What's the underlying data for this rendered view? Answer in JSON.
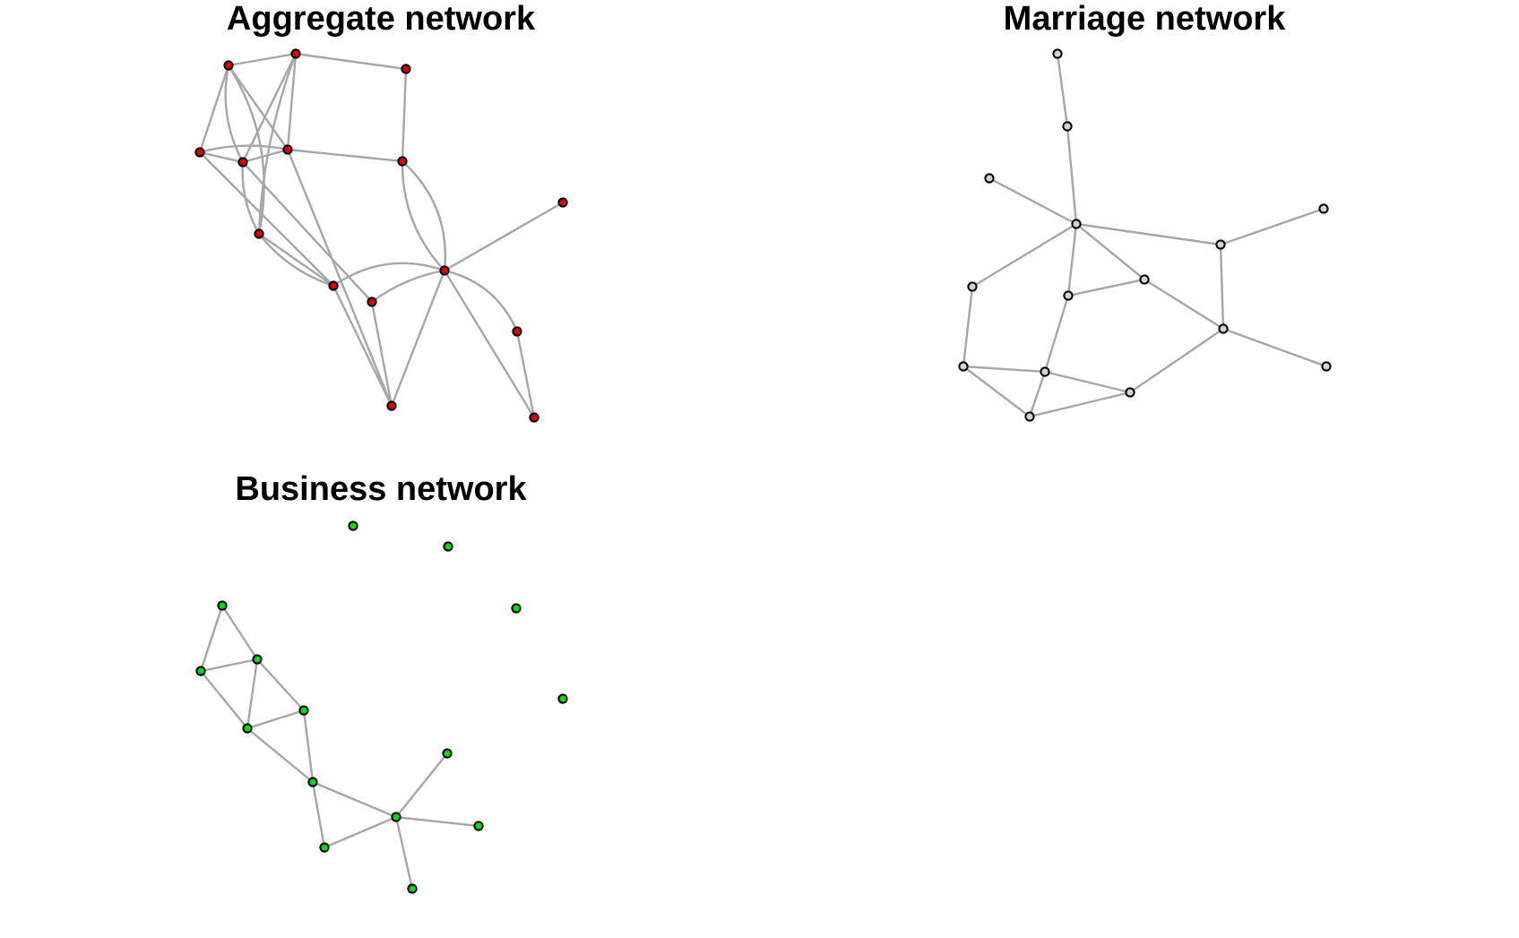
{
  "panels": {
    "aggregate": {
      "title": "Aggregate network",
      "node_color": "#e00000"
    },
    "marriage": {
      "title": "Marriage network",
      "node_color": "#d3d3d3"
    },
    "business": {
      "title": "Business network",
      "node_color": "#00e000"
    }
  },
  "colors": {
    "edge": "#a6a6a6",
    "node_border": "#000000",
    "background": "#ffffff"
  }
}
